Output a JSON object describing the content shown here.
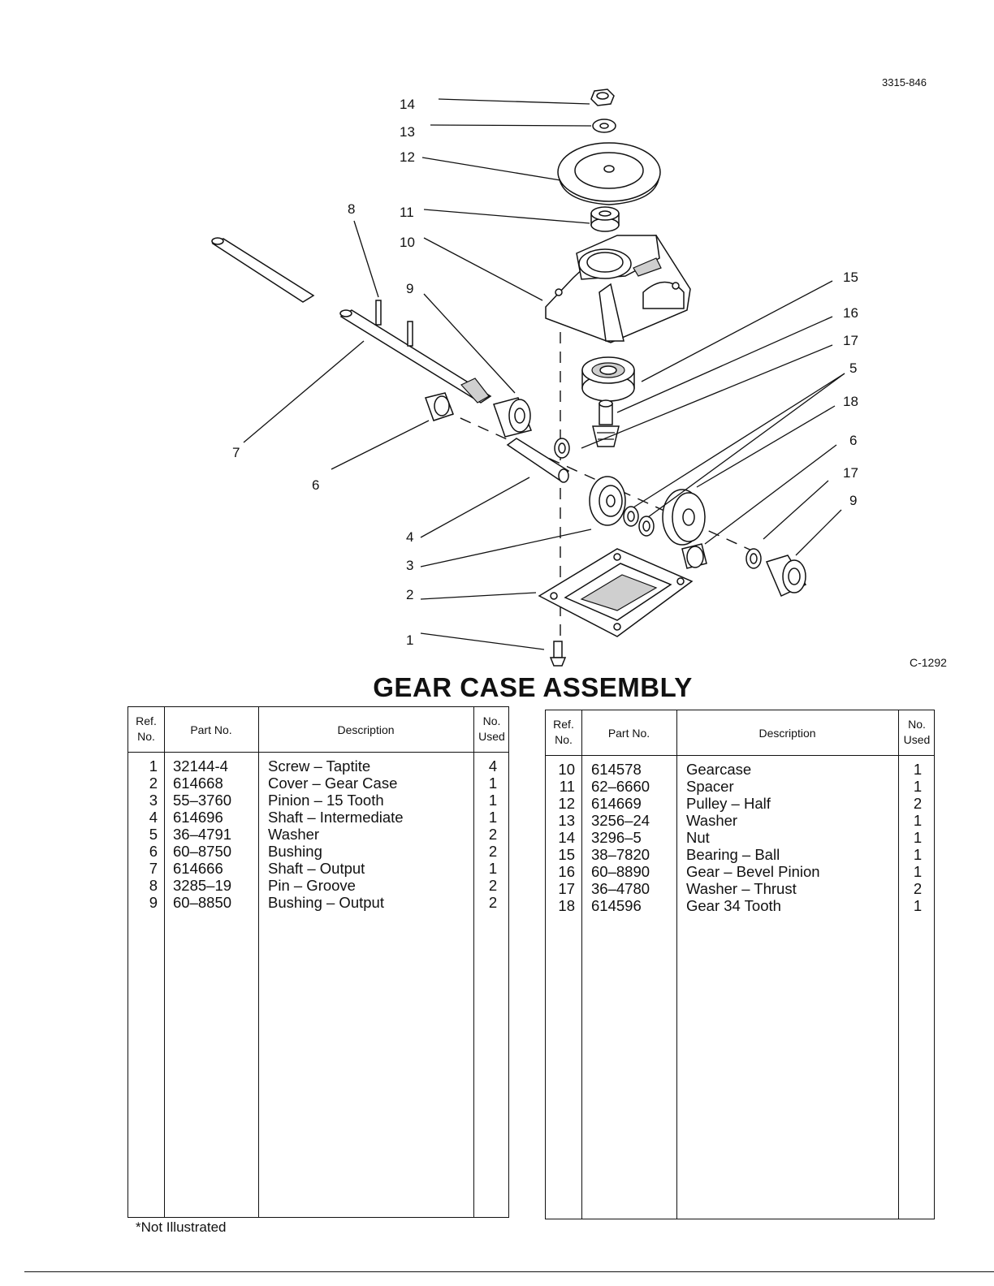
{
  "header": {
    "doc_code": "3315-846",
    "figure_code": "C-1292"
  },
  "diagram": {
    "callouts": [
      "14",
      "13",
      "12",
      "8",
      "11",
      "10",
      "9",
      "15",
      "16",
      "17",
      "5",
      "18",
      "7",
      "6",
      "6",
      "17",
      "9",
      "4",
      "3",
      "2",
      "1"
    ]
  },
  "title": "GEAR CASE ASSEMBLY",
  "table_headers": {
    "ref": [
      "Ref.",
      "No."
    ],
    "part": "Part No.",
    "desc": "Description",
    "used": [
      "No.",
      "Used"
    ]
  },
  "parts_left": [
    {
      "ref": "1",
      "part": "32144-4",
      "desc": "Screw – Taptite",
      "used": "4"
    },
    {
      "ref": "2",
      "part": "614668",
      "desc": "Cover – Gear Case",
      "used": "1"
    },
    {
      "ref": "3",
      "part": "55–3760",
      "desc": "Pinion – 15 Tooth",
      "used": "1"
    },
    {
      "ref": "4",
      "part": "614696",
      "desc": "Shaft – Intermediate",
      "used": "1"
    },
    {
      "ref": "5",
      "part": "36–4791",
      "desc": "Washer",
      "used": "2"
    },
    {
      "ref": "6",
      "part": "60–8750",
      "desc": "Bushing",
      "used": "2"
    },
    {
      "ref": "7",
      "part": "614666",
      "desc": "Shaft – Output",
      "used": "1"
    },
    {
      "ref": "8",
      "part": "3285–19",
      "desc": "Pin – Groove",
      "used": "2"
    },
    {
      "ref": "9",
      "part": "60–8850",
      "desc": "Bushing – Output",
      "used": "2"
    }
  ],
  "parts_right": [
    {
      "ref": "10",
      "part": "614578",
      "desc": "Gearcase",
      "used": "1"
    },
    {
      "ref": "11",
      "part": "62–6660",
      "desc": "Spacer",
      "used": "1"
    },
    {
      "ref": "12",
      "part": "614669",
      "desc": "Pulley – Half",
      "used": "2"
    },
    {
      "ref": "13",
      "part": "3256–24",
      "desc": "Washer",
      "used": "1"
    },
    {
      "ref": "14",
      "part": "3296–5",
      "desc": "Nut",
      "used": "1"
    },
    {
      "ref": "15",
      "part": "38–7820",
      "desc": "Bearing – Ball",
      "used": "1"
    },
    {
      "ref": "16",
      "part": "60–8890",
      "desc": "Gear – Bevel Pinion",
      "used": "1"
    },
    {
      "ref": "17",
      "part": "36–4780",
      "desc": "Washer – Thrust",
      "used": "2"
    },
    {
      "ref": "18",
      "part": "614596",
      "desc": "Gear 34 Tooth",
      "used": "1"
    }
  ],
  "footnote": "*Not Illustrated"
}
